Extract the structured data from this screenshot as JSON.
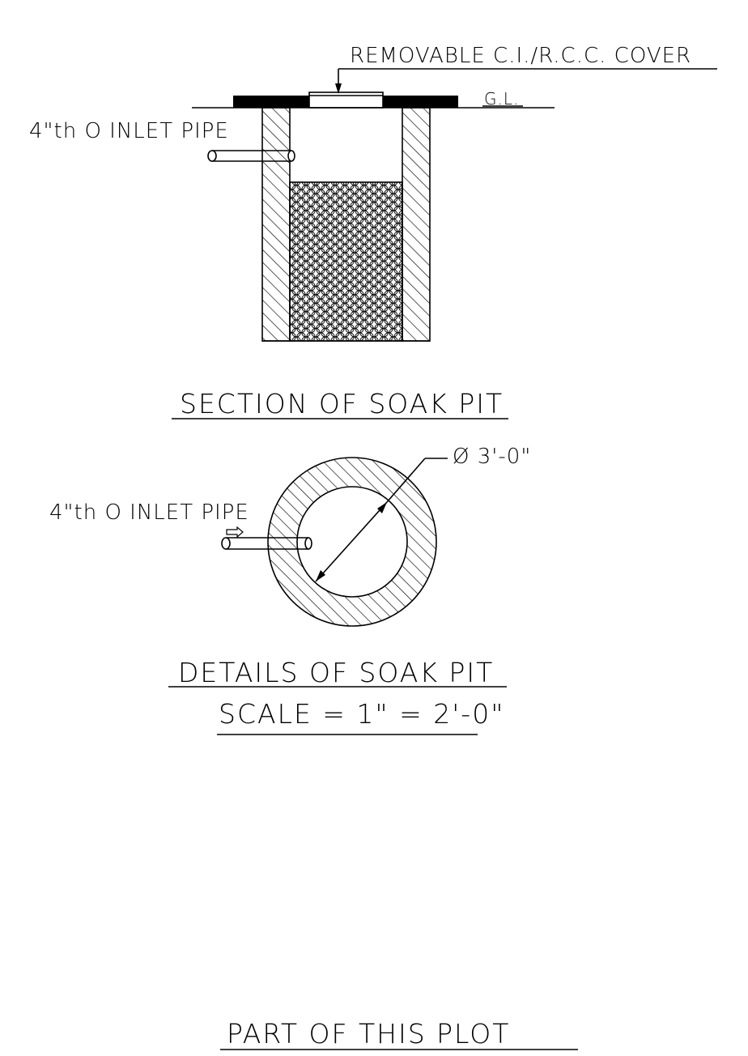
{
  "section_view": {
    "cover_label": "REMOVABLE C.I./R.C.C. COVER",
    "ground_level_label": "G.L.",
    "inlet_pipe_label": "4\"th O INLET PIPE",
    "title": "SECTION OF SOAK PIT"
  },
  "plan_view": {
    "diameter_label": "Ø 3'-0\"",
    "inlet_pipe_label": "4\"th O INLET PIPE",
    "title": "DETAILS OF SOAK PIT",
    "scale_label": "SCALE = 1\" = 2'-0\""
  },
  "footer": {
    "note": "PART OF THIS PLOT"
  }
}
